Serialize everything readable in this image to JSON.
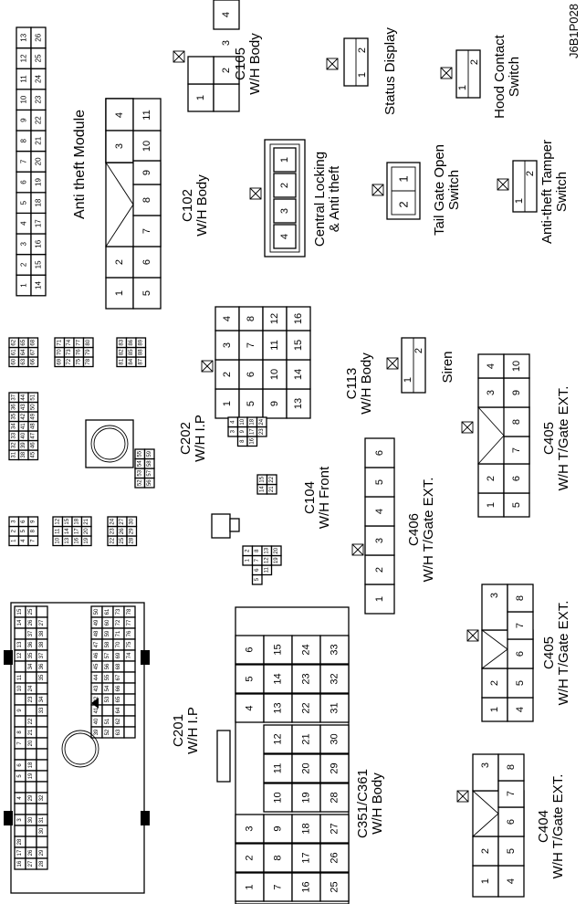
{
  "figure_code": "J6B1P028",
  "connectors": [
    {
      "id": "c105",
      "label_lines": [
        "C105",
        "W/H Body"
      ],
      "pins": [
        "1",
        "2",
        "3",
        "4"
      ]
    },
    {
      "id": "status-display",
      "label_lines": [
        "Status Display"
      ],
      "pins": [
        "1",
        "2"
      ]
    },
    {
      "id": "hood-contact",
      "label_lines": [
        "Hood Contact",
        "Switch"
      ],
      "pins": [
        "1",
        "2"
      ]
    },
    {
      "id": "anti-theft-module",
      "label_lines": [
        "Anti theft Module"
      ],
      "pins": [
        "1",
        "2",
        "3",
        "4",
        "5",
        "6",
        "7",
        "8",
        "9",
        "10",
        "11",
        "12",
        "13",
        "14",
        "15",
        "16",
        "17",
        "18",
        "19",
        "20",
        "21",
        "22",
        "23",
        "24",
        "25",
        "26"
      ]
    },
    {
      "id": "c102",
      "label_lines": [
        "C102",
        "W/H Body"
      ],
      "pins": [
        "1",
        "2",
        "3",
        "4",
        "5",
        "6",
        "7",
        "8",
        "9",
        "10",
        "11"
      ]
    },
    {
      "id": "central-locking",
      "label_lines": [
        "Central Locking",
        "& Anti theft"
      ],
      "pins": [
        "1",
        "2",
        "3",
        "4"
      ]
    },
    {
      "id": "tail-gate",
      "label_lines": [
        "Tail Gate Open",
        "Switch"
      ],
      "pins": [
        "1",
        "2"
      ]
    },
    {
      "id": "tamper",
      "label_lines": [
        "Anti-theft Tamper",
        "Switch"
      ],
      "pins": [
        "1",
        "2"
      ]
    },
    {
      "id": "c202",
      "label_lines": [
        "C202",
        "W/H I.P"
      ],
      "pins": []
    },
    {
      "id": "c113",
      "label_lines": [
        "C113",
        "W/H Body"
      ],
      "pins": [
        "1",
        "2",
        "3",
        "4",
        "5",
        "6",
        "7",
        "8",
        "9",
        "10",
        "11",
        "12",
        "13",
        "14",
        "15",
        "16"
      ]
    },
    {
      "id": "siren",
      "label_lines": [
        "Siren"
      ],
      "pins": [
        "1",
        "2"
      ]
    },
    {
      "id": "c104",
      "label_lines": [
        "C104",
        "W/H Front"
      ],
      "pins": []
    },
    {
      "id": "c406",
      "label_lines": [
        "C406",
        "W/H T/Gate EXT."
      ],
      "pins": [
        "1",
        "2",
        "3",
        "4",
        "5",
        "6"
      ]
    },
    {
      "id": "c405a",
      "label_lines": [
        "C405",
        "W/H T/Gate EXT."
      ],
      "pins": [
        "1",
        "2",
        "3",
        "4",
        "5",
        "6",
        "7",
        "8",
        "9",
        "10"
      ]
    },
    {
      "id": "c405b",
      "label_lines": [
        "C405",
        "W/H T/Gate EXT."
      ],
      "pins": [
        "1",
        "2",
        "3",
        "4",
        "5",
        "6",
        "7",
        "8"
      ]
    },
    {
      "id": "c201",
      "label_lines": [
        "C201",
        "W/H I.P"
      ],
      "pins": []
    },
    {
      "id": "c351",
      "label_lines": [
        "C351/C361",
        "W/H Body"
      ],
      "pins": [
        "1",
        "2",
        "3",
        "4",
        "5",
        "6",
        "7",
        "8",
        "9",
        "10",
        "11",
        "12",
        "13",
        "14",
        "15",
        "16",
        "17",
        "18",
        "19",
        "20",
        "21",
        "22",
        "23",
        "24",
        "25",
        "26",
        "27",
        "28",
        "29",
        "30",
        "31",
        "32",
        "33"
      ]
    },
    {
      "id": "c404",
      "label_lines": [
        "C404",
        "W/H T/Gate EXT."
      ],
      "pins": [
        "1",
        "2",
        "3",
        "4",
        "5",
        "6",
        "7",
        "8"
      ]
    }
  ]
}
